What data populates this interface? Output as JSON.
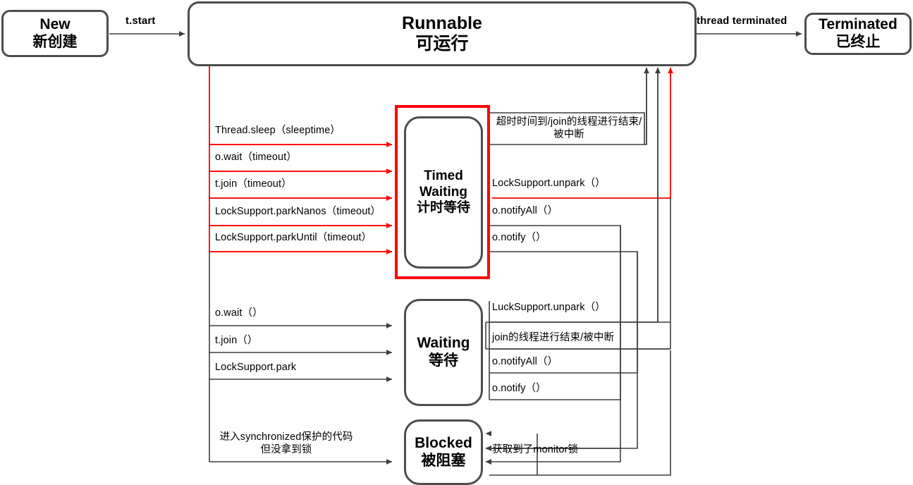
{
  "diagram": {
    "title": "Java Thread State Transition Diagram",
    "colors": {
      "node_border": "#4d4d4d",
      "wire": "#3f3f3f",
      "highlight": "#ff0000",
      "background": "#ffffff"
    }
  },
  "nodes": {
    "new": {
      "en": "New",
      "zh": "新创建"
    },
    "runnable": {
      "en": "Runnable",
      "zh": "可运行"
    },
    "terminated": {
      "en": "Terminated",
      "zh": "已终止"
    },
    "timed_waiting": {
      "en": "Timed",
      "en2": "Waiting",
      "zh": "计时等待"
    },
    "waiting": {
      "en": "Waiting",
      "zh": "等待"
    },
    "blocked": {
      "en": "Blocked",
      "zh": "被阻塞"
    }
  },
  "edges": {
    "t_start": "t.start",
    "thread_terminated": "thread terminated",
    "to_timed_waiting": [
      "Thread.sleep（sleeptime）",
      "o.wait（timeout）",
      "t.join（timeout）",
      "LockSupport.parkNanos（timeout）",
      "LockSupport.parkUntil（timeout）"
    ],
    "from_timed_waiting": [
      "超时时间到/join的线程进行结束/被中断",
      "LockSupport.unpark（）",
      "o.notifyAll（）",
      "o.notify（）"
    ],
    "to_waiting": [
      "o.wait（）",
      "t.join（）",
      "LockSupport.park"
    ],
    "from_waiting": [
      "LuckSupport.unpark（）",
      "join的线程进行结束/被中断",
      "o.notifyAll（）",
      "o.notify（）"
    ],
    "to_blocked": "进入synchronized保护的代码\n但没拿到锁",
    "to_blocked_line1": "进入synchronized保护的代码",
    "to_blocked_line2": "但没拿到锁",
    "from_blocked": "获取到了monitor锁"
  }
}
